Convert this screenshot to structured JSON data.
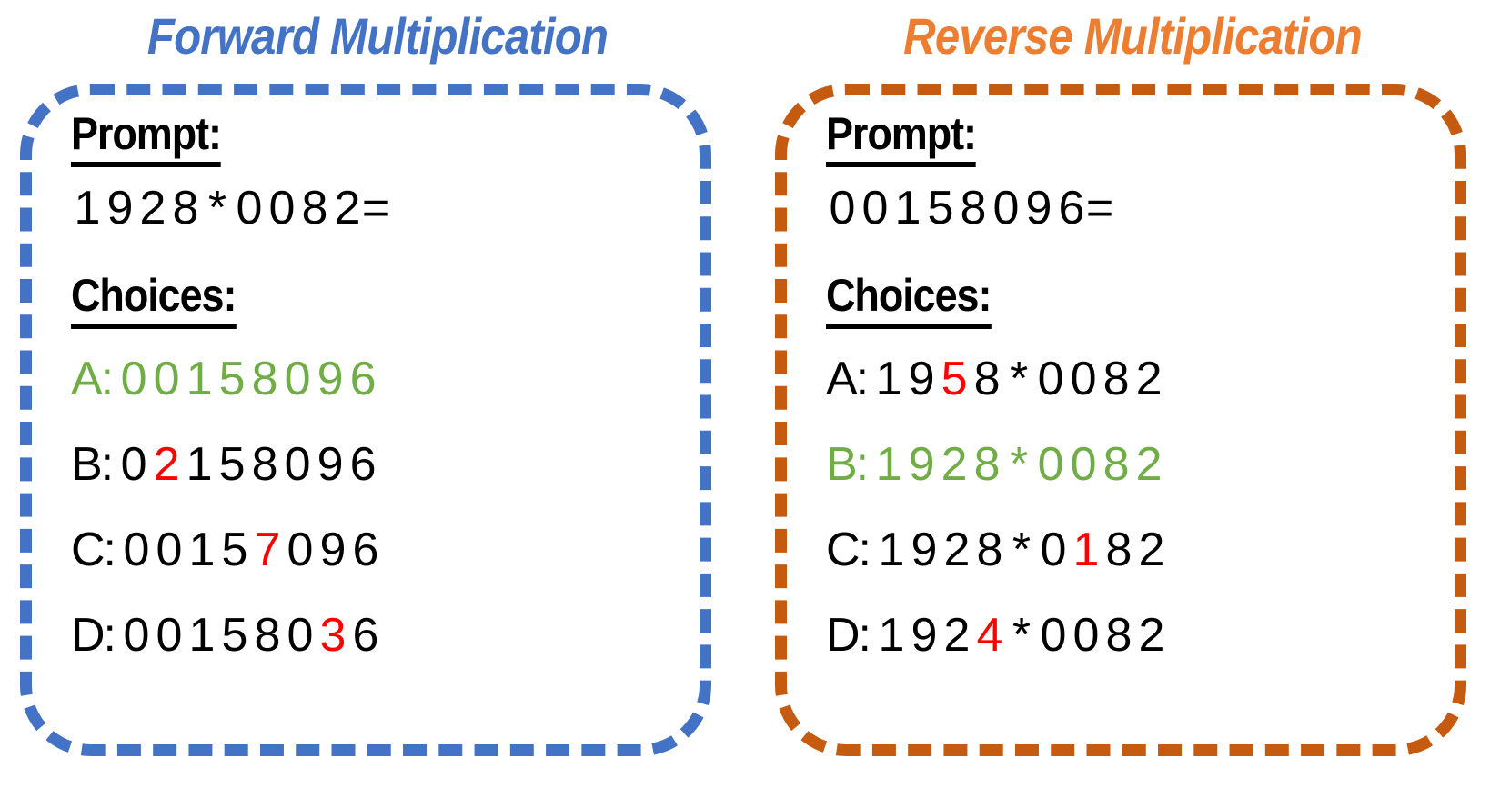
{
  "figure": {
    "colors": {
      "forward_accent": "#4472C4",
      "reverse_title": "#ED7D31",
      "reverse_border": "#C55A11",
      "correct_green": "#70AD47",
      "corrupt_red": "#FF0000",
      "text_black": "#000000",
      "background": "#FFFFFF"
    }
  },
  "panels": [
    {
      "id": "forward",
      "title": "Forward Multiplication",
      "prompt_heading": "Prompt:",
      "choices_heading": "Choices:",
      "prompt_text": "1 9 2 8 * 0 0 8 2 =",
      "prompt_chars": [
        {
          "t": "1",
          "c": "black"
        },
        {
          "t": "9",
          "c": "black"
        },
        {
          "t": "2",
          "c": "black"
        },
        {
          "t": "8",
          "c": "black"
        },
        {
          "t": "*",
          "c": "black"
        },
        {
          "t": "0",
          "c": "black"
        },
        {
          "t": "0",
          "c": "black"
        },
        {
          "t": "8",
          "c": "black"
        },
        {
          "t": "2",
          "c": "black"
        },
        {
          "t": "=",
          "c": "black"
        }
      ],
      "choices": [
        {
          "letter": "A:",
          "letter_color": "green",
          "text": "0 0 1 5 8 0 9 6",
          "is_correct": true,
          "chars": [
            {
              "t": "0",
              "c": "green"
            },
            {
              "t": "0",
              "c": "green"
            },
            {
              "t": "1",
              "c": "green"
            },
            {
              "t": "5",
              "c": "green"
            },
            {
              "t": "8",
              "c": "green"
            },
            {
              "t": "0",
              "c": "green"
            },
            {
              "t": "9",
              "c": "green"
            },
            {
              "t": "6",
              "c": "green"
            }
          ]
        },
        {
          "letter": "B:",
          "letter_color": "black",
          "text": "0 2 1 5 8 0 9 6",
          "is_correct": false,
          "chars": [
            {
              "t": "0",
              "c": "black"
            },
            {
              "t": "2",
              "c": "red"
            },
            {
              "t": "1",
              "c": "black"
            },
            {
              "t": "5",
              "c": "black"
            },
            {
              "t": "8",
              "c": "black"
            },
            {
              "t": "0",
              "c": "black"
            },
            {
              "t": "9",
              "c": "black"
            },
            {
              "t": "6",
              "c": "black"
            }
          ]
        },
        {
          "letter": "C:",
          "letter_color": "black",
          "text": "0 0 1 5 7 0 9 6",
          "is_correct": false,
          "chars": [
            {
              "t": "0",
              "c": "black"
            },
            {
              "t": "0",
              "c": "black"
            },
            {
              "t": "1",
              "c": "black"
            },
            {
              "t": "5",
              "c": "black"
            },
            {
              "t": "7",
              "c": "red"
            },
            {
              "t": "0",
              "c": "black"
            },
            {
              "t": "9",
              "c": "black"
            },
            {
              "t": "6",
              "c": "black"
            }
          ]
        },
        {
          "letter": "D:",
          "letter_color": "black",
          "text": "0 0 1 5 8 0 3 6",
          "is_correct": false,
          "chars": [
            {
              "t": "0",
              "c": "black"
            },
            {
              "t": "0",
              "c": "black"
            },
            {
              "t": "1",
              "c": "black"
            },
            {
              "t": "5",
              "c": "black"
            },
            {
              "t": "8",
              "c": "black"
            },
            {
              "t": "0",
              "c": "black"
            },
            {
              "t": "3",
              "c": "red"
            },
            {
              "t": "6",
              "c": "black"
            }
          ]
        }
      ]
    },
    {
      "id": "reverse",
      "title": "Reverse Multiplication",
      "prompt_heading": "Prompt:",
      "choices_heading": "Choices:",
      "prompt_text": "0 0 1 5 8 0 9 6 =",
      "prompt_chars": [
        {
          "t": "0",
          "c": "black"
        },
        {
          "t": "0",
          "c": "black"
        },
        {
          "t": "1",
          "c": "black"
        },
        {
          "t": "5",
          "c": "black"
        },
        {
          "t": "8",
          "c": "black"
        },
        {
          "t": "0",
          "c": "black"
        },
        {
          "t": "9",
          "c": "black"
        },
        {
          "t": "6",
          "c": "black"
        },
        {
          "t": "=",
          "c": "black"
        }
      ],
      "choices": [
        {
          "letter": "A:",
          "letter_color": "black",
          "text": "1 9 5 8 * 0 0 8 2",
          "is_correct": false,
          "chars": [
            {
              "t": "1",
              "c": "black"
            },
            {
              "t": "9",
              "c": "black"
            },
            {
              "t": "5",
              "c": "red"
            },
            {
              "t": "8",
              "c": "black"
            },
            {
              "t": "*",
              "c": "black"
            },
            {
              "t": "0",
              "c": "black"
            },
            {
              "t": "0",
              "c": "black"
            },
            {
              "t": "8",
              "c": "black"
            },
            {
              "t": "2",
              "c": "black"
            }
          ]
        },
        {
          "letter": "B:",
          "letter_color": "green",
          "text": "1 9 2 8 * 0 0 8 2",
          "is_correct": true,
          "chars": [
            {
              "t": "1",
              "c": "green"
            },
            {
              "t": "9",
              "c": "green"
            },
            {
              "t": "2",
              "c": "green"
            },
            {
              "t": "8",
              "c": "green"
            },
            {
              "t": "*",
              "c": "green"
            },
            {
              "t": "0",
              "c": "green"
            },
            {
              "t": "0",
              "c": "green"
            },
            {
              "t": "8",
              "c": "green"
            },
            {
              "t": "2",
              "c": "green"
            }
          ]
        },
        {
          "letter": "C:",
          "letter_color": "black",
          "text": "1 9 2 8 * 0 1 8 2",
          "is_correct": false,
          "chars": [
            {
              "t": "1",
              "c": "black"
            },
            {
              "t": "9",
              "c": "black"
            },
            {
              "t": "2",
              "c": "black"
            },
            {
              "t": "8",
              "c": "black"
            },
            {
              "t": "*",
              "c": "black"
            },
            {
              "t": "0",
              "c": "black"
            },
            {
              "t": "1",
              "c": "red"
            },
            {
              "t": "8",
              "c": "black"
            },
            {
              "t": "2",
              "c": "black"
            }
          ]
        },
        {
          "letter": "D:",
          "letter_color": "black",
          "text": "1 9 2 4 * 0 0 8 2",
          "is_correct": false,
          "chars": [
            {
              "t": "1",
              "c": "black"
            },
            {
              "t": "9",
              "c": "black"
            },
            {
              "t": "2",
              "c": "black"
            },
            {
              "t": "4",
              "c": "red"
            },
            {
              "t": "*",
              "c": "black"
            },
            {
              "t": "0",
              "c": "black"
            },
            {
              "t": "0",
              "c": "black"
            },
            {
              "t": "8",
              "c": "black"
            },
            {
              "t": "2",
              "c": "black"
            }
          ]
        }
      ]
    }
  ]
}
